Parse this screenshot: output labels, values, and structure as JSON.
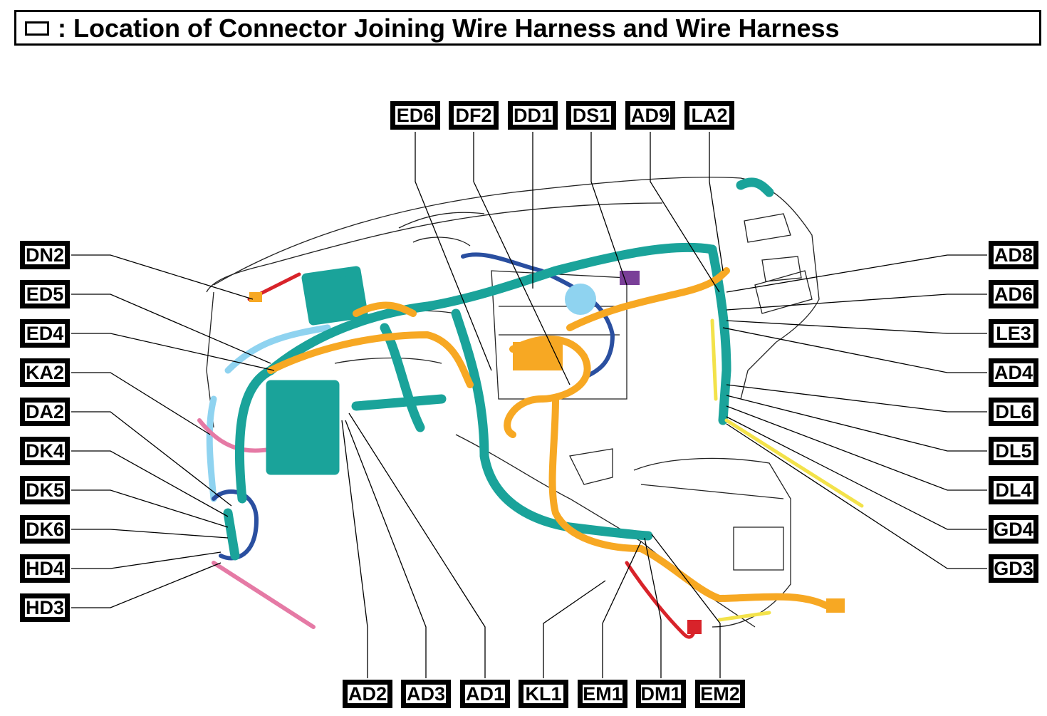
{
  "title": {
    "text": ": Location of Connector Joining Wire Harness and Wire Harness",
    "legend_icon": "rectangle-box-icon"
  },
  "labels": {
    "top": [
      "ED6",
      "DF2",
      "DD1",
      "DS1",
      "AD9",
      "LA2"
    ],
    "left": [
      "DN2",
      "ED5",
      "ED4",
      "KA2",
      "DA2",
      "DK4",
      "DK5",
      "DK6",
      "HD4",
      "HD3"
    ],
    "right": [
      "AD8",
      "AD6",
      "LE3",
      "AD4",
      "DL6",
      "DL5",
      "DL4",
      "GD4",
      "GD3"
    ],
    "bottom": [
      "AD2",
      "AD3",
      "AD1",
      "KL1",
      "EM1",
      "DM1",
      "EM2"
    ]
  },
  "colors": {
    "harness_teal": "#1aa39a",
    "harness_orange": "#f7a823",
    "harness_blue": "#2a4fa0",
    "harness_lightblue": "#8fd3f0",
    "harness_pink": "#e57aa5",
    "harness_yellow": "#f3e24a",
    "harness_red": "#d8232a",
    "harness_purple": "#7a3f98"
  }
}
